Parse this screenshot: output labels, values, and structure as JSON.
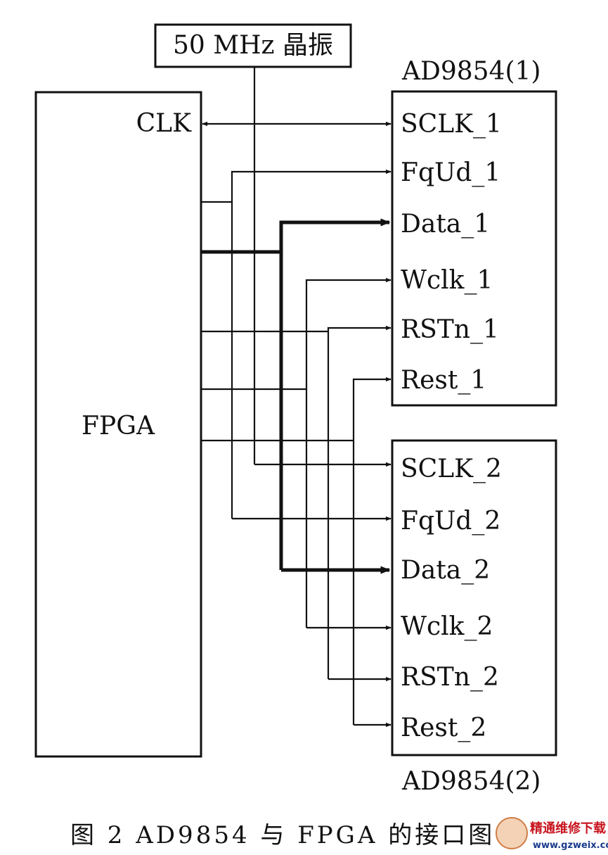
{
  "oscillator": {
    "label": "50 MHz 晶振"
  },
  "fpga": {
    "label": "FPGA",
    "clk_label": "CLK"
  },
  "chip1": {
    "title": "AD9854(1)",
    "pins": [
      "SCLK_1",
      "FqUd_1",
      "Data_1",
      "Wclk_1",
      "RSTn_1",
      "Rest_1"
    ]
  },
  "chip2": {
    "title": "AD9854(2)",
    "pins": [
      "SCLK_2",
      "FqUd_2",
      "Data_2",
      "Wclk_2",
      "RSTn_2",
      "Rest_2"
    ]
  },
  "caption": "图 2   AD9854 与 FPGA 的接口图",
  "watermark": {
    "text1": "精通维修下载",
    "text2": "www.gzweix.com",
    "accent": "#c8141e"
  }
}
